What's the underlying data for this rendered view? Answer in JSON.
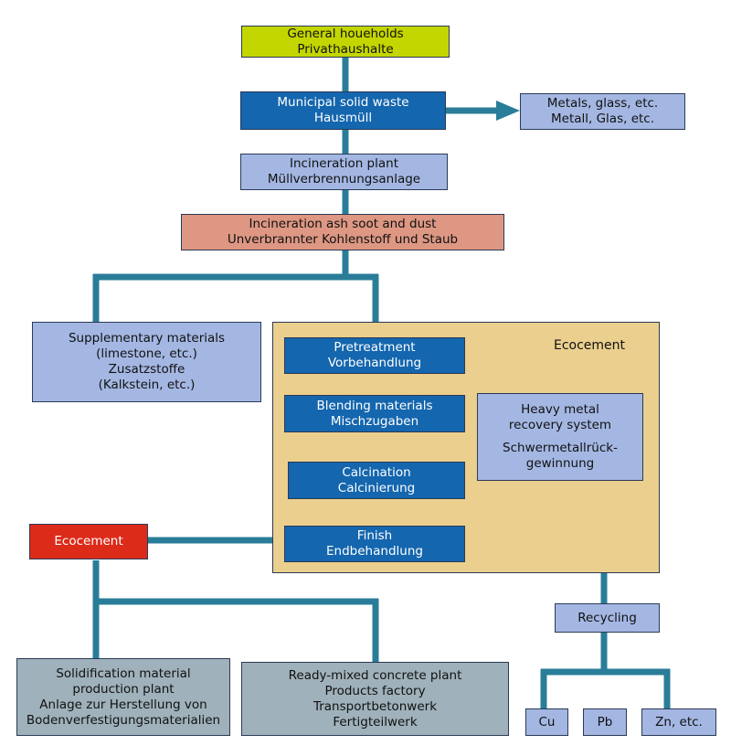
{
  "nodes": {
    "households": {
      "line1": "General houeholds",
      "line2": "Privathaushalte"
    },
    "msw": {
      "line1": "Municipal solid waste",
      "line2": "Hausmüll"
    },
    "metals": {
      "line1": "Metals, glass, etc.",
      "line2": "Metall, Glas, etc."
    },
    "incineration_plant": {
      "line1": "Incineration plant",
      "line2": "Müllverbrennungsanlage"
    },
    "ash": {
      "line1": "Incineration ash soot and dust",
      "line2": "Unverbrannter Kohlenstoff und Staub"
    },
    "supplementary": {
      "line1": "Supplementary materials",
      "line2": "(limestone, etc.)",
      "line3": "Zusatzstoffe",
      "line4": "(Kalkstein, etc.)"
    },
    "ecocement_panel": {
      "label": "Ecocement"
    },
    "pretreatment": {
      "line1": "Pretreatment",
      "line2": "Vorbehandlung"
    },
    "blending": {
      "line1": "Blending materials",
      "line2": "Mischzugaben"
    },
    "calcination": {
      "line1": "Calcination",
      "line2": "Calcinierung"
    },
    "finish": {
      "line1": "Finish",
      "line2": "Endbehandlung"
    },
    "heavy_metal": {
      "line1": "Heavy metal",
      "line2": "recovery system",
      "line3": "Schwermetallrück-",
      "line4": "gewinnung"
    },
    "ecocement": {
      "label": "Ecocement"
    },
    "recycling": {
      "label": "Recycling"
    },
    "cu": {
      "label": "Cu"
    },
    "pb": {
      "label": "Pb"
    },
    "zn": {
      "label": "Zn, etc."
    },
    "solidification": {
      "line1": "Solidification material",
      "line2": "production plant",
      "line3": "Anlage zur Herstellung von",
      "line4": "Bodenverfestigungsmaterialien"
    },
    "readymix": {
      "line1": "Ready-mixed concrete plant",
      "line2": "Products factory",
      "line3": "Transportbetonwerk",
      "line4": "Fertigteilwerk"
    }
  },
  "colors": {
    "connector": "#2a7d99",
    "dark_box": "#1466ae",
    "light_box": "#a4b7e3",
    "green_box": "#c3d600",
    "salmon_box": "#dd9783",
    "red_box": "#dd2b1a",
    "gray_box": "#9fb1ba",
    "panel": "#ebcf8e"
  }
}
